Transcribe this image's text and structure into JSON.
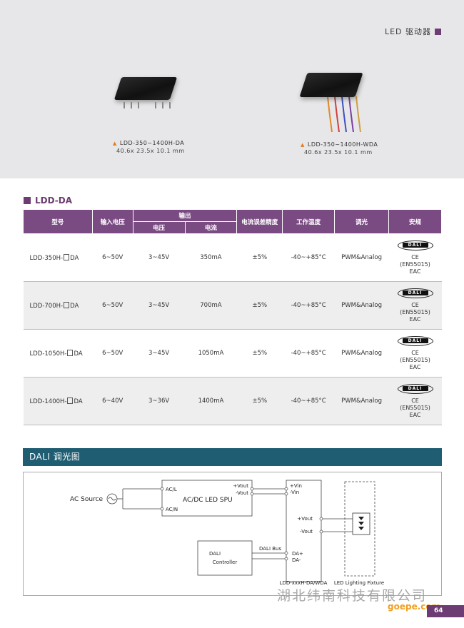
{
  "header": {
    "title": "LED 驱动器"
  },
  "products": [
    {
      "name": "LDD-350~1400H-DA",
      "size": "40.6x 23.5x 10.1 mm"
    },
    {
      "name": "LDD-350~1400H-WDA",
      "size": "40.6x 23.5x 10.1 mm"
    }
  ],
  "section": {
    "title": "LDD-DA"
  },
  "table": {
    "headers": {
      "model": "型号",
      "input_voltage": "输入电压",
      "output": "输出",
      "voltage": "电压",
      "current": "电流",
      "accuracy": "电流误差精度",
      "temp": "工作温度",
      "dimming": "调光",
      "safety": "安规"
    },
    "rows": [
      {
        "model_pre": "LDD-350H-",
        "model_post": "DA",
        "input": "6~50V",
        "voltage": "3~45V",
        "current": "350mA",
        "accuracy": "±5%",
        "temp": "-40~+85°C",
        "dimming": "PWM&Analog",
        "cert_logo": "DALI",
        "cert1": "CE",
        "cert2": "(EN55015)",
        "cert3": "EAC"
      },
      {
        "model_pre": "LDD-700H-",
        "model_post": "DA",
        "input": "6~50V",
        "voltage": "3~45V",
        "current": "700mA",
        "accuracy": "±5%",
        "temp": "-40~+85°C",
        "dimming": "PWM&Analog",
        "cert_logo": "DALI",
        "cert1": "CE",
        "cert2": "(EN55015)",
        "cert3": "EAC"
      },
      {
        "model_pre": "LDD-1050H-",
        "model_post": "DA",
        "input": "6~50V",
        "voltage": "3~45V",
        "current": "1050mA",
        "accuracy": "±5%",
        "temp": "-40~+85°C",
        "dimming": "PWM&Analog",
        "cert_logo": "DALI",
        "cert1": "CE",
        "cert2": "(EN55015)",
        "cert3": "EAC"
      },
      {
        "model_pre": "LDD-1400H-",
        "model_post": "DA",
        "input": "6~40V",
        "voltage": "3~36V",
        "current": "1400mA",
        "accuracy": "±5%",
        "temp": "-40~+85°C",
        "dimming": "PWM&Analog",
        "cert_logo": "DALI",
        "cert1": "CE",
        "cert2": "(EN55015)",
        "cert3": "EAC"
      }
    ]
  },
  "diagram": {
    "title": "DALI 调光图",
    "ac_source": "AC Source",
    "spu_label": "AC/DC LED SPU",
    "ac_l": "AC/L",
    "ac_n": "AC/N",
    "spu_vout_p": "+Vout",
    "spu_vout_n": "-Vout",
    "drv_vin_p": "+Vin",
    "drv_vin_n": "-Vin",
    "drv_vout_p": "+Vout",
    "drv_vout_n": "-Vout",
    "drv_da_p": "DA+",
    "drv_da_n": "DA-",
    "dali_bus": "DALI Bus",
    "controller_l1": "DALI",
    "controller_l2": "Controller",
    "driver_label": "LDD-xxxH-DA/WDA",
    "fixture_label": "LED Lighting Fixture"
  },
  "footer": {
    "company": "湖北纬南科技有限公司",
    "url": "goepe.com",
    "page": "64"
  },
  "colors": {
    "accent": "#6d3c74",
    "table_header": "#7a4b82",
    "diagram_bar": "#1f5d72",
    "url": "#f0a020"
  }
}
